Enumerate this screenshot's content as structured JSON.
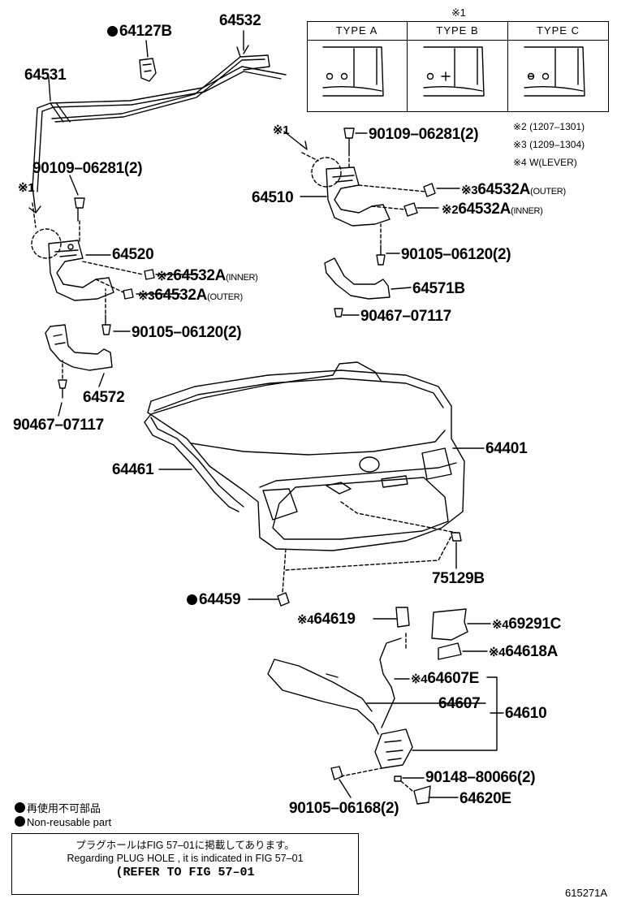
{
  "type_table": {
    "note_marker": "※1",
    "headers": [
      "TYPE  A",
      "TYPE  B",
      "TYPE  C"
    ]
  },
  "notes": {
    "note2": "※2 (1207–1301)",
    "note3": "※3 (1209–1304)",
    "note4": "※4 W(LEVER)"
  },
  "parts": {
    "p64127B": "64127B",
    "p64532": "64532",
    "p64531": "64531",
    "p90109_left": "90109–06281(2)",
    "p90109_right": "90109–06281(2)",
    "marker1_left": "※1",
    "marker1_right": "※1",
    "p64510": "64510",
    "p64520": "64520",
    "mk3_outer_right": "※3",
    "p64532A_outer_right": "64532A",
    "outer_tag": "(OUTER)",
    "mk2_inner_right": "※2",
    "p64532A_inner_right": "64532A",
    "inner_tag": "(INNER)",
    "p90105_06120_right": "90105–06120(2)",
    "mk2_inner_left": "※2",
    "p64532A_inner_left": "64532A",
    "mk3_outer_left": "※3",
    "p64532A_outer_left": "64532A",
    "p64571B": "64571B",
    "p90467_right": "90467–07117",
    "p90105_06120_left": "90105–06120(2)",
    "p64572": "64572",
    "p90467_left": "90467–07117",
    "p64401": "64401",
    "p64461": "64461",
    "p75129B": "75129B",
    "p64459": "64459",
    "mk4_64619": "※4",
    "p64619": "64619",
    "mk4_69291C": "※4",
    "p69291C": "69291C",
    "mk4_64618A": "※4",
    "p64618A": "64618A",
    "mk4_64607E": "※4",
    "p64607E": "64607E",
    "p64607": "64607",
    "p64610": "64610",
    "p90148": "90148–80066(2)",
    "p90105_06168": "90105–06168(2)",
    "p64620E": "64620E"
  },
  "legend": {
    "jp": "再使用不可部品",
    "en": "Non-reusable part"
  },
  "reference": {
    "line_jp": "プラグホールはFIG 57–01に掲載してあります。",
    "line_en": "Regarding  PLUG  HOLE , it is indicated in  FIG  57–01",
    "line_ref": "(REFER  TO  FIG  57–01"
  },
  "figure_id": "615271A"
}
